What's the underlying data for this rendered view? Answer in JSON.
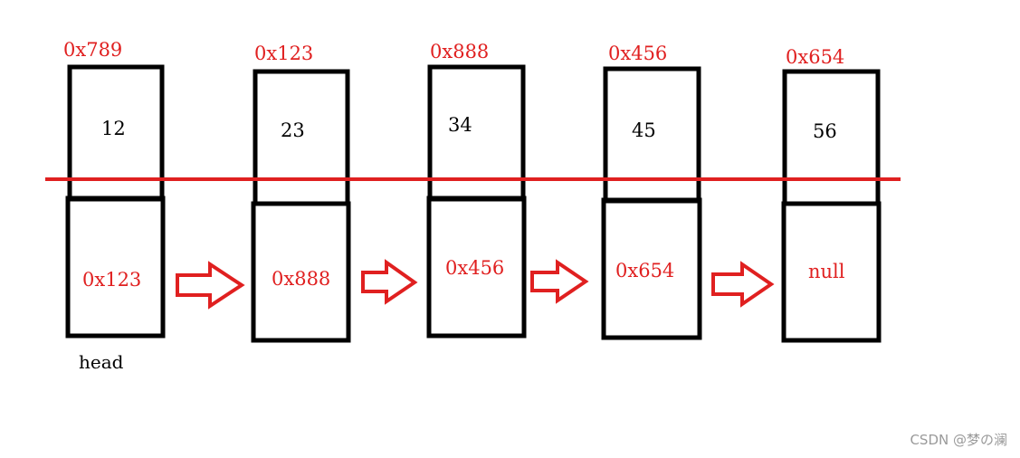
{
  "colors": {
    "accent": "#e02020",
    "stroke": "#000000",
    "watermark": "#9a9a9a"
  },
  "nodes": [
    {
      "address": "0x789",
      "value": "12",
      "next": "0x123"
    },
    {
      "address": "0x123",
      "value": "23",
      "next": "0x888"
    },
    {
      "address": "0x888",
      "value": "34",
      "next": "0x456"
    },
    {
      "address": "0x456",
      "value": "45",
      "next": "0x654"
    },
    {
      "address": "0x654",
      "value": "56",
      "next": "null"
    }
  ],
  "head_label": "head",
  "watermark": "CSDN @梦の澜"
}
